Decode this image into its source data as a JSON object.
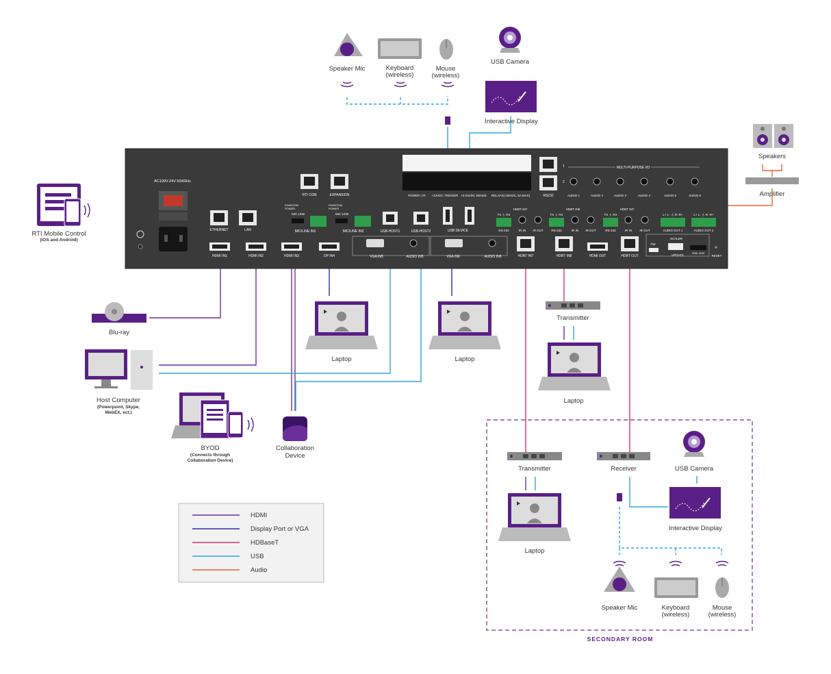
{
  "colors": {
    "hdmi": "#6b2f9a",
    "dp_vga": "#2a2bb0",
    "hdbaset": "#d6336c",
    "usb": "#2aa7d8",
    "audio": "#e8632b",
    "panel": "#3a3a3a",
    "purple": "#5a1f86",
    "gray_device": "#9a9a9a"
  },
  "devices": {
    "speaker_mic": "Speaker Mic",
    "keyboard": "Keyboard",
    "keyboard_sub": "(wireless)",
    "mouse": "Mouse",
    "mouse_sub": "(wireless)",
    "usb_camera": "USB Camera",
    "interactive_display": "Interactive Display",
    "speakers": "Speakers",
    "amplifier": "Amplifier",
    "rti_mobile": "RTI Mobile Control",
    "rti_mobile_sub": "(iOS and Android)",
    "bluray": "Blu-ray",
    "host_computer": "Host Computer",
    "host_computer_sub1": "(Powerpoint, Skype,",
    "host_computer_sub2": "WebEX, ect.)",
    "byod": "BYOD",
    "byod_sub1": "(Connects through",
    "byod_sub2": "Collaboration Device)",
    "collab_device_1": "Collaboration",
    "collab_device_2": "Device",
    "laptop_dp": "Laptop",
    "laptop_vga": "Laptop",
    "transmitter_main": "Transmitter",
    "laptop_tx_main": "Laptop"
  },
  "panel": {
    "power": "AC100V-24V 50/60Hz",
    "ethernet": "ETHERNET",
    "lan": "LAN",
    "hdmi_in1": "HDMI IN1",
    "hdmi_in2": "HDMI IN2",
    "hdmi_in3": "HDMI IN3",
    "dp_in4": "DP IN4",
    "rti_com": "RTI COM",
    "expansion": "EXPANSION",
    "phantom1": "PHANTOM",
    "phantom1b": "POWER",
    "mic_line1": "MIC LINE",
    "mic_line_in1": "MIC/LINE IN1",
    "phantom2": "PHANTOM",
    "phantom2b": "POWER",
    "mic_line2": "MIC LINE",
    "mic_line_in2": "MIC/LINE IN2",
    "usb_host1": "USB-HOST1",
    "usb_host2": "USB-HOST2",
    "usb_device": "USB DEVICE",
    "vga_in5": "VGA IN5",
    "audio_in5": "AUDIO IN5",
    "vga_in6": "VGA IN6",
    "audio_in6": "AUDIO IN6",
    "power_ir": "POWER / IR",
    "trigger": "+12VDC TRIGGER",
    "sense": "+3-24VDC SENSE",
    "relays": "RELAYS(<30VDC, 5A MAX)",
    "rs232": "RS232",
    "multi_io": "MULTI-PURPOSE I/O",
    "num1": "1",
    "num2": "2",
    "audio1": "AUDIO 1",
    "audio2": "AUDIO 2",
    "audio3": "AUDIO 3",
    "audio4": "AUDIO 4",
    "audio5": "AUDIO 5",
    "audio6": "AUDIO 6",
    "hdbt_in7_hdr": "HDBT IN7",
    "hdbt_in8_hdr": "HDBT IN8",
    "hdbt_out_hdr": "HDBT IN7",
    "txrx": "TX ⏚ RX",
    "rs232_lbl": "RS-232",
    "ir_in": "IR IN",
    "ir_out": "IR OUT",
    "hdbt_in7": "HDBT IN7",
    "hdbt_in8": "HDBT IN8",
    "hdmi_out": "HDMI OUT",
    "hdbt_out": "HDBT OUT",
    "audio_out_pins": "L+ L- ⏚ R- R+",
    "audio_out1": "AUDIO OUT 1",
    "audio_out2": "AUDIO OUT 2",
    "fw": "FW",
    "scaler": "SCALER",
    "update": "UPDATE",
    "hdmi_small": "HDMI",
    "hdbt_small": "HDBT",
    "reset": "RESET"
  },
  "secondary": {
    "title": "SECONDARY ROOM",
    "transmitter": "Transmitter",
    "receiver": "Receiver",
    "usb_camera": "USB Camera",
    "interactive_display": "Interactive Display",
    "laptop": "Laptop",
    "speaker_mic": "Speaker Mic",
    "keyboard": "Keyboard",
    "keyboard_sub": "(wireless)",
    "mouse": "Mouse",
    "mouse_sub": "(wireless)"
  },
  "legend": {
    "items": [
      {
        "label": "HDMI",
        "color": "#6b2f9a"
      },
      {
        "label": "Display Port or VGA",
        "color": "#2a2bb0"
      },
      {
        "label": "HDBaseT",
        "color": "#d6336c"
      },
      {
        "label": "USB",
        "color": "#2aa7d8"
      },
      {
        "label": "Audio",
        "color": "#e8632b"
      }
    ]
  }
}
